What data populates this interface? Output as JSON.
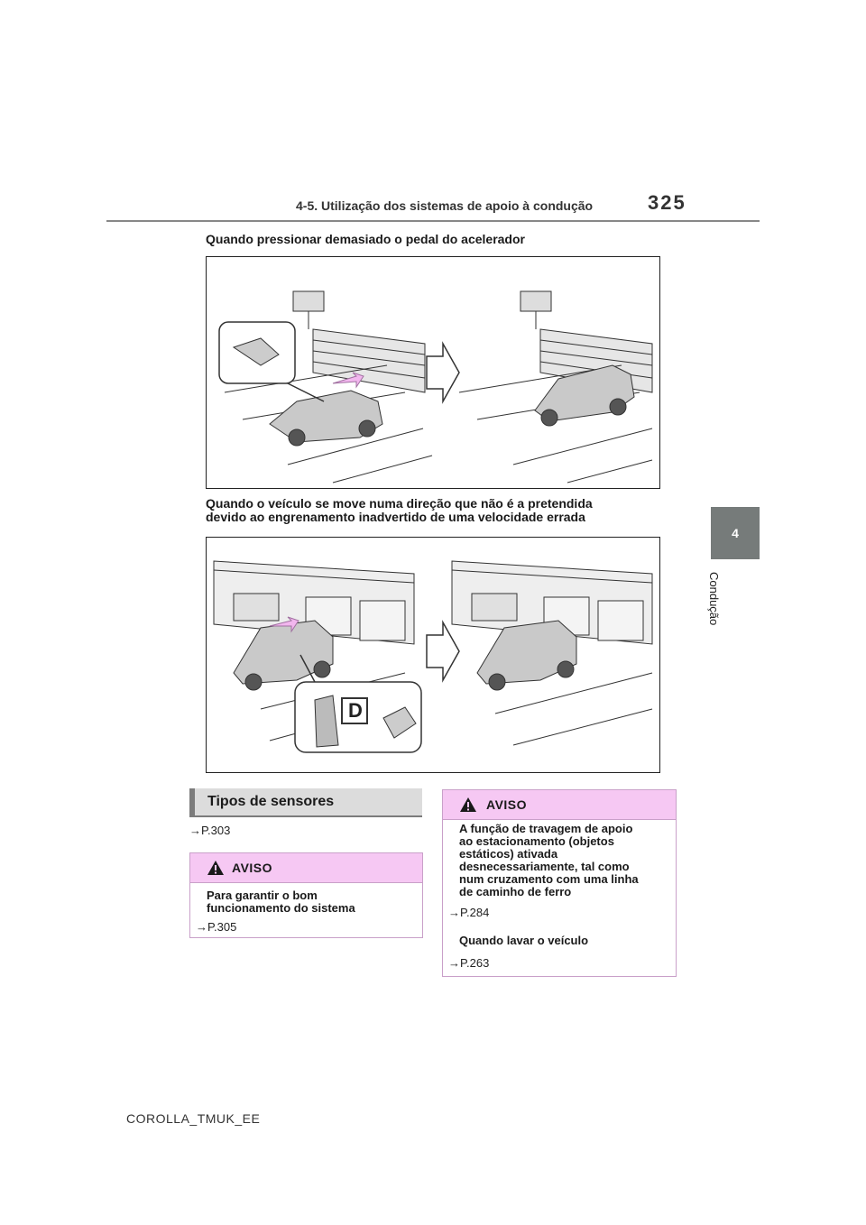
{
  "header": {
    "section_title": "4-5. Utilização dos sistemas de apoio à condução",
    "page_number": "325",
    "chapter_number": "4",
    "chapter_label": "Condução"
  },
  "figures": [
    {
      "caption": "Quando pressionar demasiado o pedal do acelerador"
    },
    {
      "caption_line1": "Quando o veículo se move numa direção que não é a pretendida",
      "caption_line2": "devido ao engrenamento inadvertido de uma velocidade errada",
      "gear_letter": "D"
    }
  ],
  "sensors_section": {
    "title": "Tipos de sensores",
    "reference": "P.303"
  },
  "warning_left": {
    "label": "AVISO",
    "text_line1": "Para garantir o bom",
    "text_line2": "funcionamento do sistema",
    "reference": "P.305"
  },
  "warning_right": {
    "label": "AVISO",
    "text_lines": [
      "A função de travagem de apoio",
      "ao estacionamento (objetos",
      "estáticos) ativada",
      "desnecessariamente, tal como",
      "num cruzamento com uma linha",
      "de caminho de ferro"
    ],
    "reference1": "P.284",
    "subheading": "Quando lavar o veículo",
    "reference2": "P.263"
  },
  "colors": {
    "warning_header": "#f6c8f3",
    "warning_border": "#c9a0c9",
    "section_header": "#dcdcdc",
    "side_tab": "#767b7a"
  },
  "footer": {
    "text": "COROLLA_TMUK_EE"
  }
}
